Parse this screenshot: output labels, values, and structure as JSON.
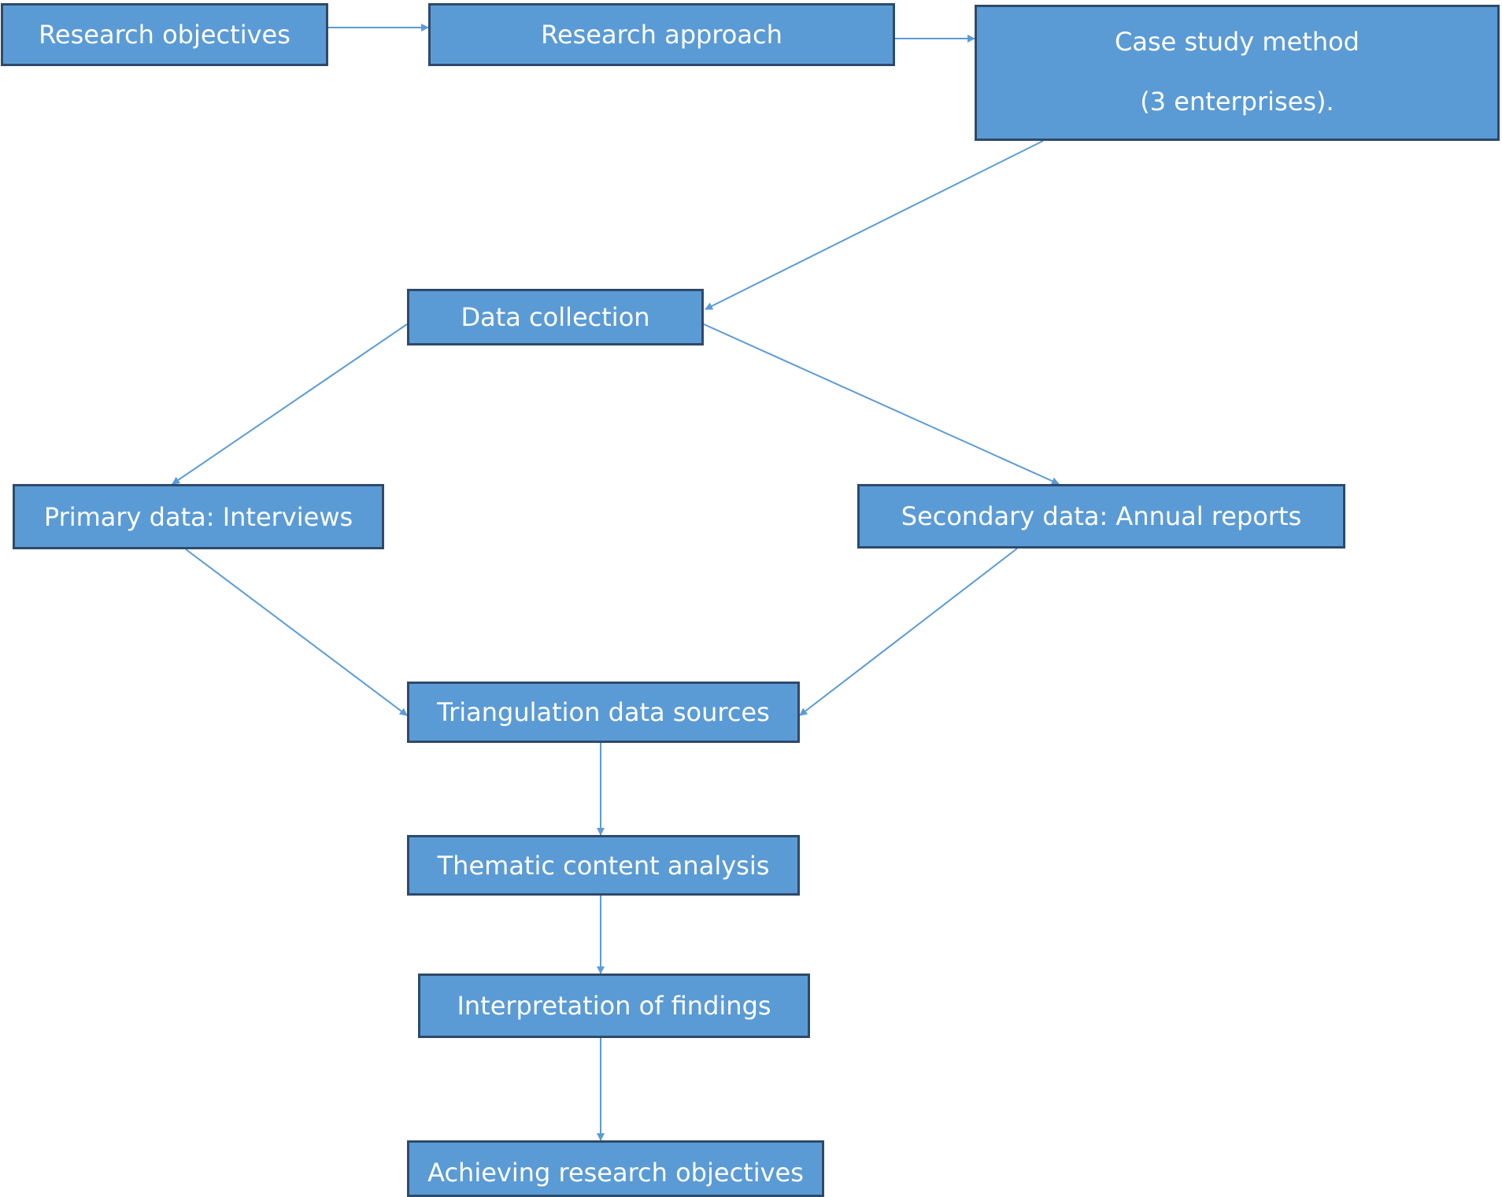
{
  "diagram": {
    "colors": {
      "box_fill": "#5b9bd5",
      "box_border": "#2e4a6b",
      "box_text": "#ffffff",
      "connector": "#5b9bd5"
    },
    "nodes": {
      "research_objectives": "Research objectives",
      "research_approach": "Research approach",
      "case_study_method_line1": "Case study method",
      "case_study_method_line2": "(3 enterprises).",
      "data_collection": "Data collection",
      "primary_data": "Primary data: Interviews",
      "secondary_data": "Secondary data: Annual reports",
      "triangulation": "Triangulation data sources",
      "thematic_analysis": "Thematic content analysis",
      "interpretation": "Interpretation of findings",
      "achieving_objectives": "Achieving research objectives"
    },
    "edges": [
      {
        "from": "research_objectives",
        "to": "research_approach"
      },
      {
        "from": "research_approach",
        "to": "case_study_method"
      },
      {
        "from": "case_study_method",
        "to": "data_collection"
      },
      {
        "from": "data_collection",
        "to": "primary_data"
      },
      {
        "from": "data_collection",
        "to": "secondary_data"
      },
      {
        "from": "primary_data",
        "to": "triangulation"
      },
      {
        "from": "secondary_data",
        "to": "triangulation"
      },
      {
        "from": "triangulation",
        "to": "thematic_analysis"
      },
      {
        "from": "thematic_analysis",
        "to": "interpretation"
      },
      {
        "from": "interpretation",
        "to": "achieving_objectives"
      }
    ]
  }
}
